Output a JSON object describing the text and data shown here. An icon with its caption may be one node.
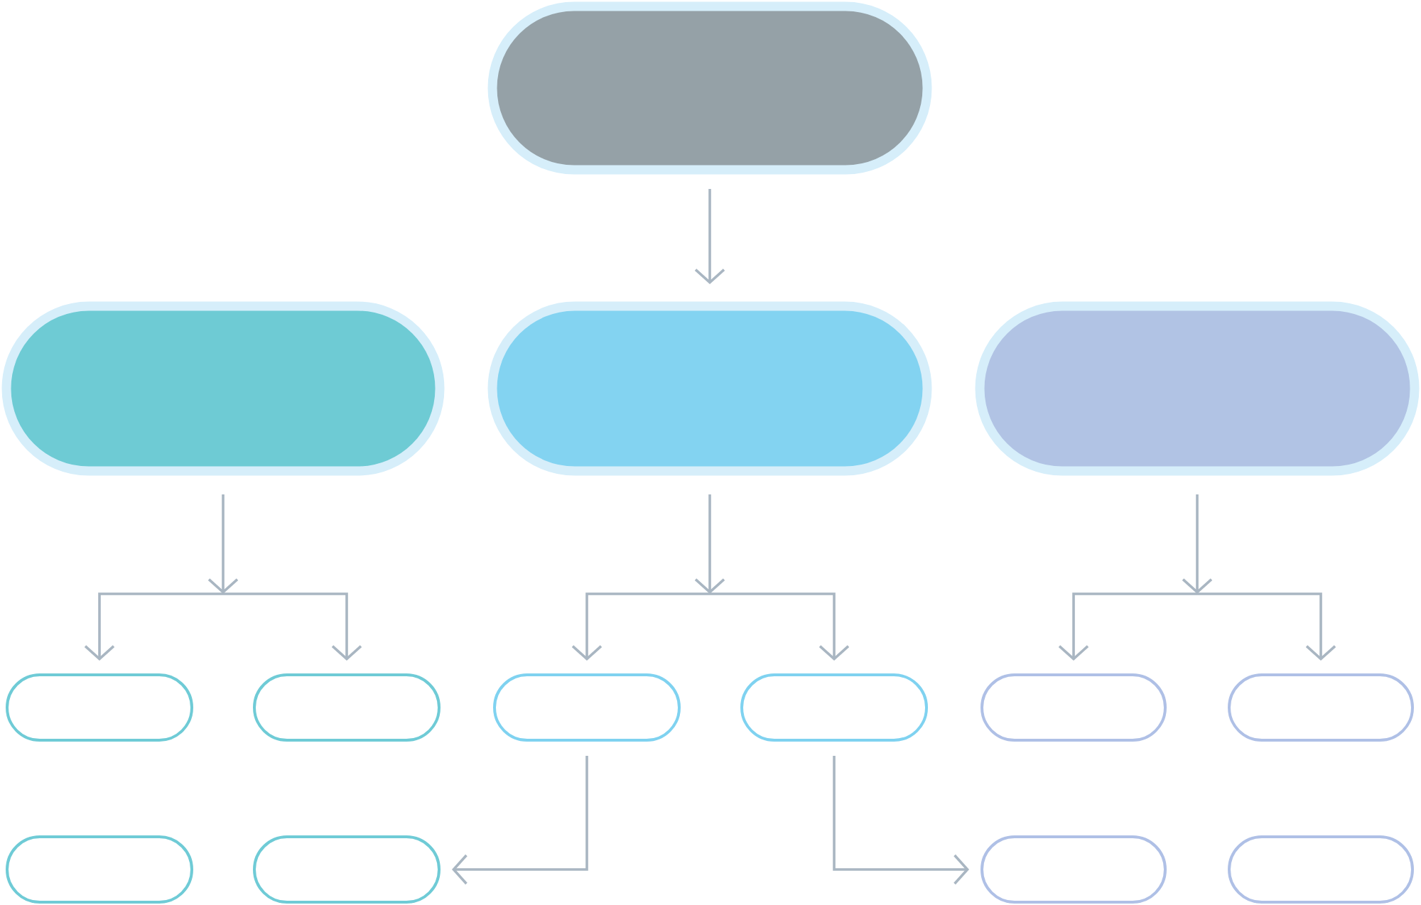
{
  "diagram": {
    "nodes": [
      {
        "text": [],
        "shape": "pill"
      },
      {
        "text": [],
        "shape": "pill"
      },
      {
        "text": [],
        "shape": "pill"
      },
      {
        "text": [],
        "shape": "pill"
      },
      {
        "text": [],
        "shape": "pill"
      },
      {
        "text": [],
        "shape": "pill"
      },
      {
        "text": [],
        "shape": "pill"
      },
      {
        "text": [],
        "shape": "pill"
      },
      {
        "text": [],
        "shape": "pill"
      },
      {
        "text": [],
        "shape": "pill"
      },
      {
        "text": [],
        "shape": "pill"
      },
      {
        "text": [],
        "shape": "pill"
      },
      {
        "text": [],
        "shape": "pill"
      },
      {
        "text": [],
        "shape": "pill"
      }
    ],
    "edges": [
      {
        "from": 0,
        "to": 2,
        "arrow": "to"
      },
      {
        "from": 1,
        "to": 4,
        "arrow": "to"
      },
      {
        "from": 1,
        "to": 5,
        "arrow": "to"
      },
      {
        "from": 2,
        "to": 6,
        "arrow": "to"
      },
      {
        "from": 2,
        "to": 7,
        "arrow": "to"
      },
      {
        "from": 3,
        "to": 8,
        "arrow": "to"
      },
      {
        "from": 3,
        "to": 9,
        "arrow": "to"
      },
      {
        "from": 6,
        "to": 11,
        "arrow": "to"
      },
      {
        "from": 7,
        "to": 12,
        "arrow": "to"
      }
    ]
  }
}
